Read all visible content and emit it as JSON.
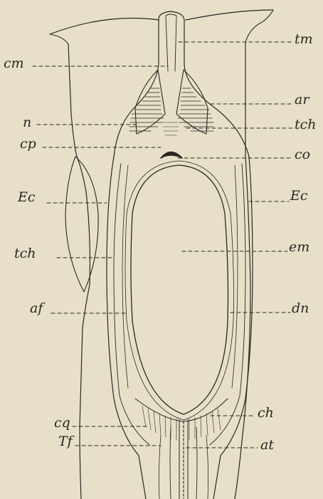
{
  "labels": {
    "left": {
      "cm": "cm",
      "n": "n",
      "cp": "cp",
      "ec": "Ec",
      "tch": "tch",
      "af": "af",
      "cq": "cq",
      "tf": "Tf"
    },
    "right": {
      "tm": "tm",
      "ar": "ar",
      "tch": "tch",
      "co": "co",
      "ec": "Ec",
      "em": "em",
      "dn": "dn",
      "ch": "ch",
      "at": "at"
    }
  },
  "colors": {
    "paper": "#e8dfc9",
    "ink": "#2a2622"
  }
}
